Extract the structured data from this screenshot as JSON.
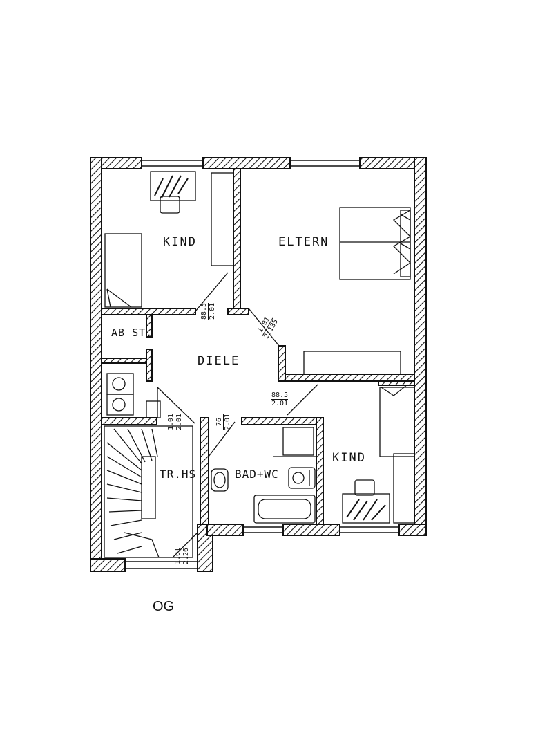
{
  "rooms": {
    "kind_left": "KIND",
    "eltern": "ELTERN",
    "abstell": "AB ST.",
    "diele": "DIELE",
    "treppenhaus": "TR.HS",
    "bad": "BAD+WC",
    "kind_right": "KIND"
  },
  "dimensions": {
    "kind_left_door": {
      "top": "88.5",
      "bottom": "2.01"
    },
    "eltern_door": {
      "top": "1.01",
      "bottom": "2.135"
    },
    "diele_door": {
      "top": "88.5",
      "bottom": "2.01"
    },
    "treppe_door": {
      "top": "1.01",
      "bottom": "2.01"
    },
    "bad_door": {
      "top": "76",
      "bottom": "2.01"
    },
    "ausgang": {
      "top": "1.01",
      "bottom": "2.26"
    }
  },
  "floor": "OG",
  "colors": {
    "ink": "#111111",
    "paper": "#ffffff"
  }
}
